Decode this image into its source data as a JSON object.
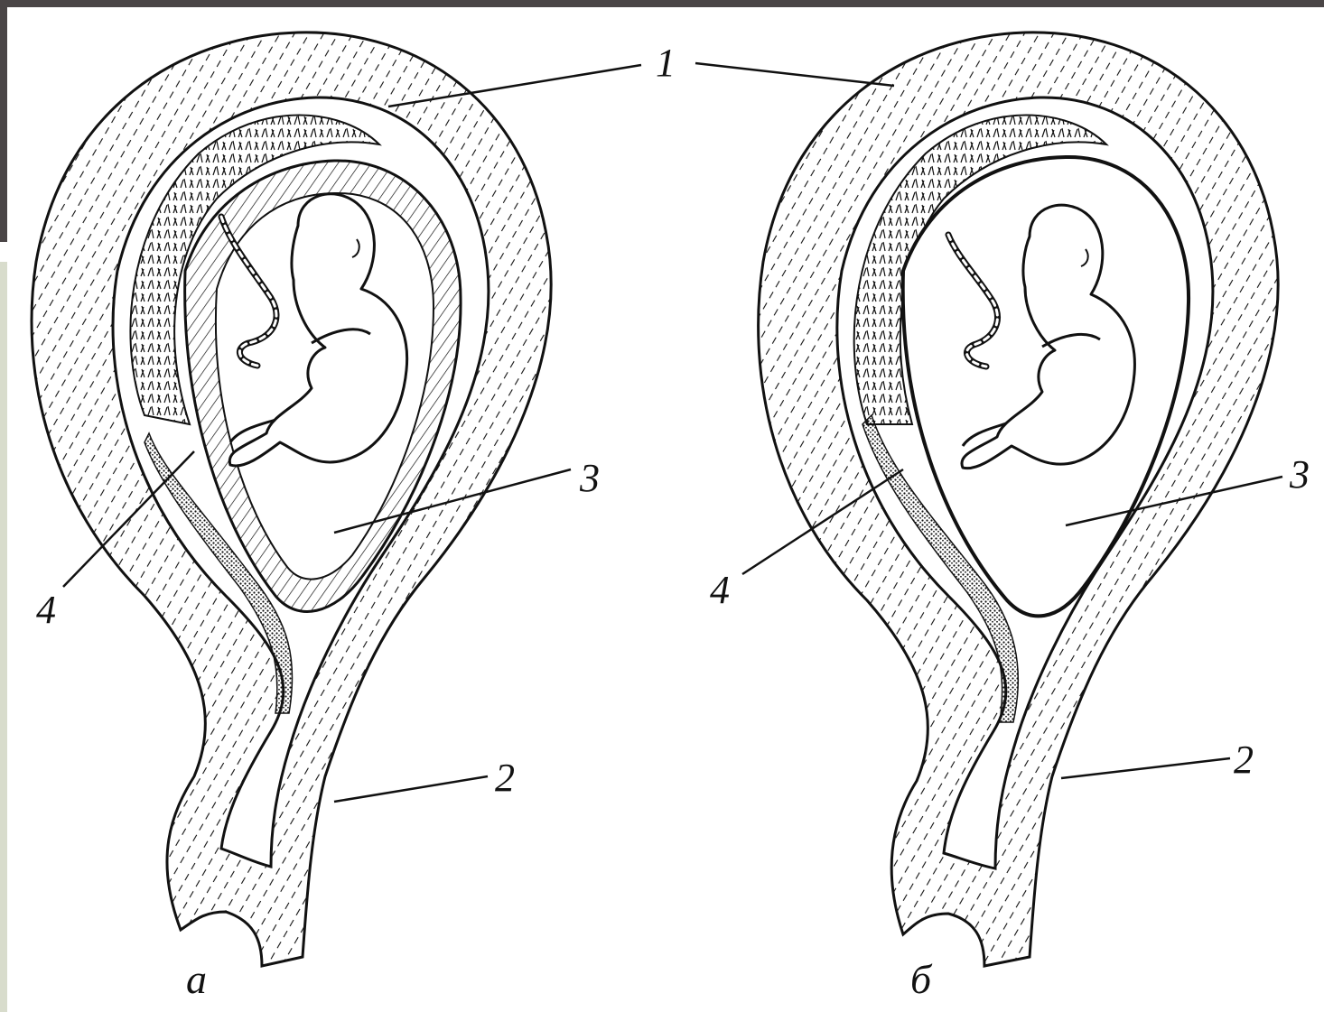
{
  "figure": {
    "panels": [
      {
        "id": "a",
        "letter": "а"
      },
      {
        "id": "b",
        "letter": "б"
      }
    ],
    "callouts": [
      "1",
      "2",
      "3",
      "4"
    ]
  },
  "colors": {
    "frame_dark": "#4a4546",
    "frame_light": "#d8dccc",
    "ink": "#111111",
    "paper": "#ffffff"
  }
}
